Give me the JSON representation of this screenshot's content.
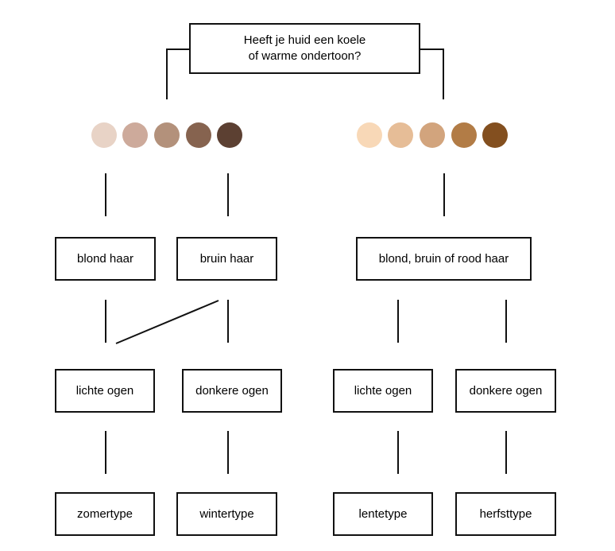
{
  "question": {
    "line1": "Heeft je huid een koele",
    "line2": "of warme ondertoon?"
  },
  "undertones": {
    "cool_swatches": [
      "#E8D3C6",
      "#CDAA9B",
      "#B3917B",
      "#86634F",
      "#5C4032"
    ],
    "warm_swatches": [
      "#F8D8B7",
      "#E6BD97",
      "#D2A47D",
      "#B27C46",
      "#834F1F"
    ]
  },
  "hair": {
    "cool_blond": "blond haar",
    "cool_brown": "bruin haar",
    "warm_all": "blond, bruin of rood haar"
  },
  "eyes": {
    "cool_light": "lichte ogen",
    "cool_dark": "donkere ogen",
    "warm_light": "lichte ogen",
    "warm_dark": "donkere ogen"
  },
  "types": {
    "summer": "zomertype",
    "winter": "wintertype",
    "spring": "lentetype",
    "autumn": "herfsttype"
  }
}
